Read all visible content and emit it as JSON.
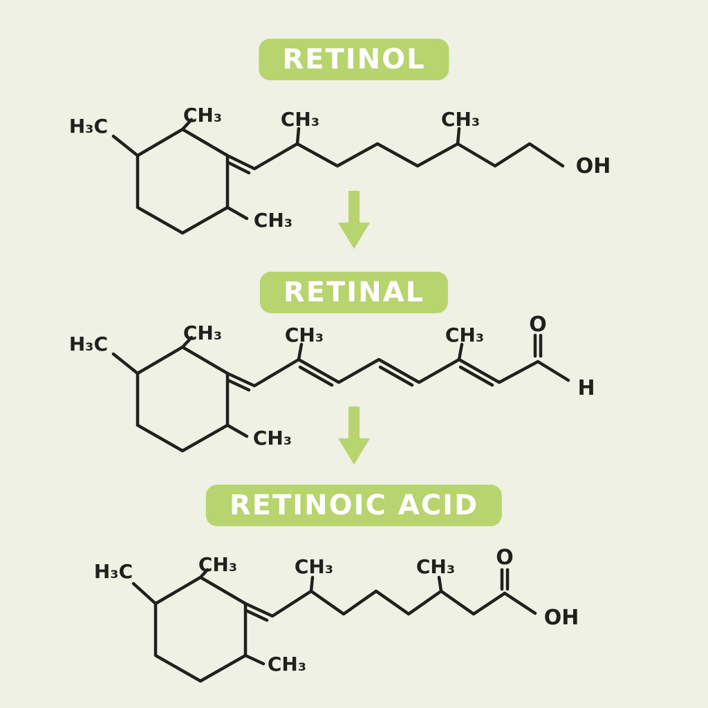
{
  "colors": {
    "background": "#eef1e4",
    "accent": "#b7d46e",
    "ink": "#20211c",
    "badge_text": "#ffffff"
  },
  "stages": [
    {
      "id": "retinol",
      "title": "RETINOL"
    },
    {
      "id": "retinal",
      "title": "RETINAL"
    },
    {
      "id": "retinoic_acid",
      "title": "RETINOIC ACID"
    }
  ],
  "atoms": {
    "h3c": "H₃C",
    "ch3": "CH₃",
    "oh": "OH",
    "o": "O",
    "h": "H"
  },
  "icons": {
    "down_arrow": "down-arrow"
  }
}
